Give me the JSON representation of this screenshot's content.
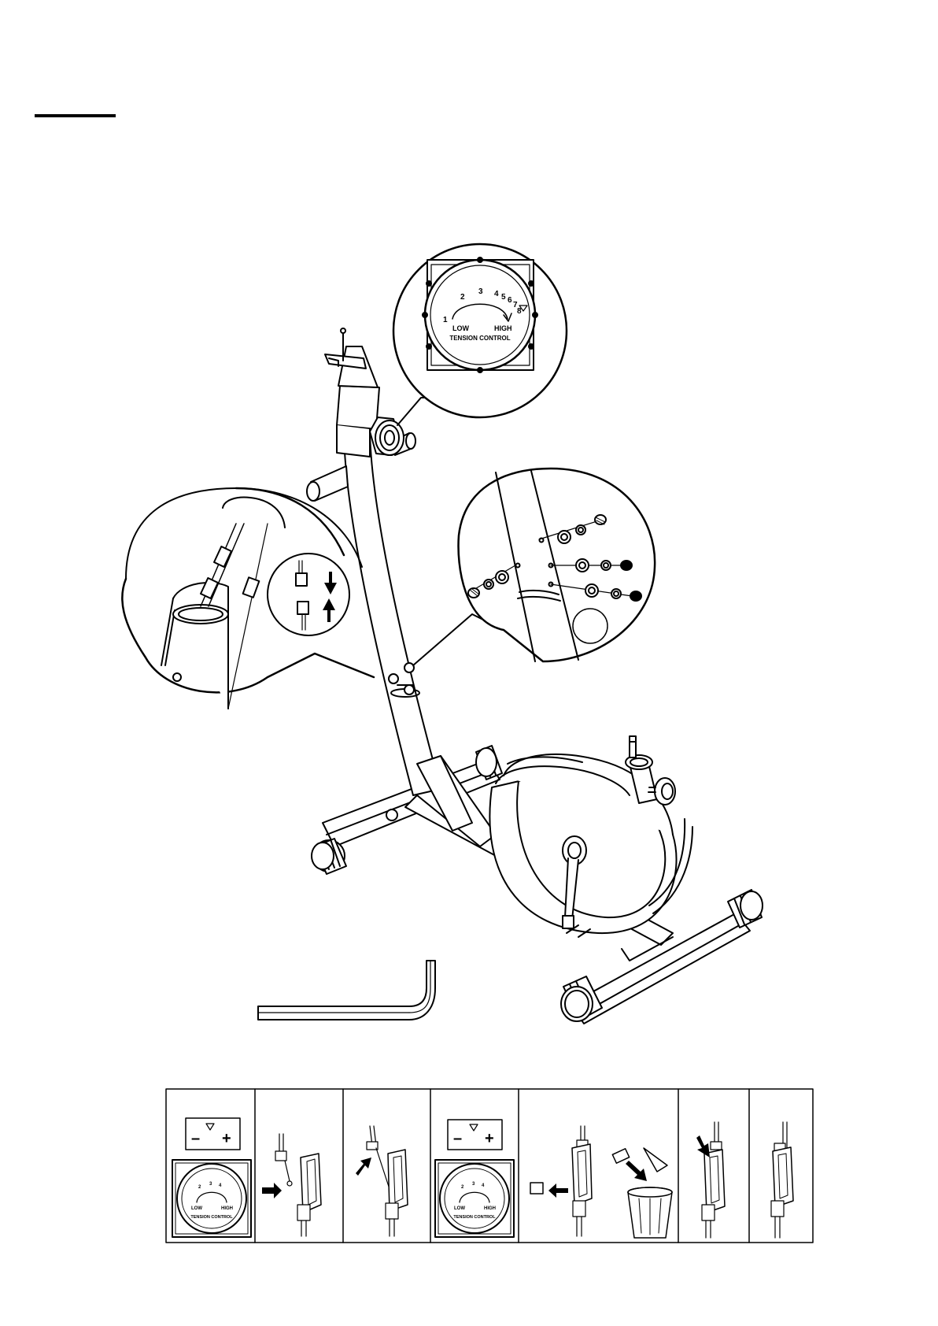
{
  "dial": {
    "numbers": [
      "1",
      "2",
      "3",
      "4",
      "5",
      "6",
      "7",
      "8"
    ],
    "low_label": "LOW",
    "high_label": "HIGH",
    "ring_text": "TENSION CONTROL"
  },
  "minus_sign": "–",
  "plus_sign": "+",
  "colors": {
    "ink": "#000000",
    "paper": "#ffffff",
    "fill_light": "#f4f4f4"
  }
}
